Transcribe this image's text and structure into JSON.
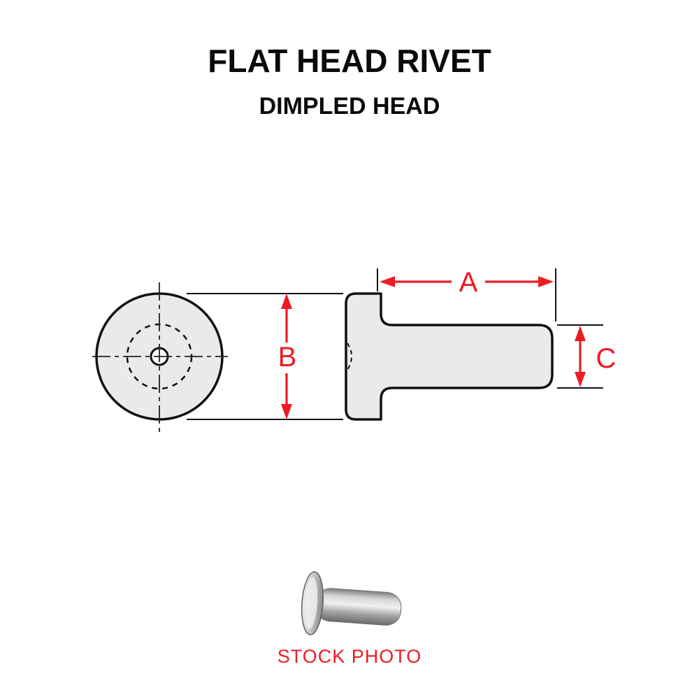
{
  "page": {
    "title": "FLAT HEAD RIVET",
    "subtitle": "DIMPLED HEAD",
    "stock_photo_caption": "STOCK PHOTO"
  },
  "diagram": {
    "dimension_labels": {
      "a": "A",
      "b": "B",
      "c": "C"
    },
    "colors": {
      "dimension_red": "#ED1C24",
      "part_fill": "#EAEAEA",
      "outline": "#111111",
      "background": "#FFFFFF"
    }
  }
}
